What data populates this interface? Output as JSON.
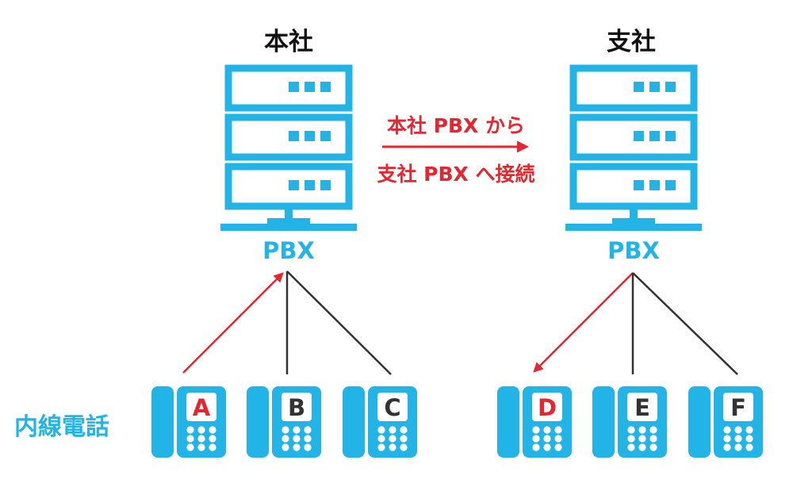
{
  "sites": {
    "hq": {
      "title": "本社",
      "pbx_label": "PBX"
    },
    "branch": {
      "title": "支社",
      "pbx_label": "PBX"
    }
  },
  "connection": {
    "line1": "本社 PBX から",
    "line2": "支社 PBX へ接続"
  },
  "extension_label": "内線電話",
  "phones": [
    {
      "label": "A",
      "highlight": true
    },
    {
      "label": "B",
      "highlight": false
    },
    {
      "label": "C",
      "highlight": false
    },
    {
      "label": "D",
      "highlight": true
    },
    {
      "label": "E",
      "highlight": false
    },
    {
      "label": "F",
      "highlight": false
    }
  ],
  "colors": {
    "blue": "#22b4e6",
    "red": "#e3262f",
    "line": "#333333",
    "key_text": "#333333"
  }
}
